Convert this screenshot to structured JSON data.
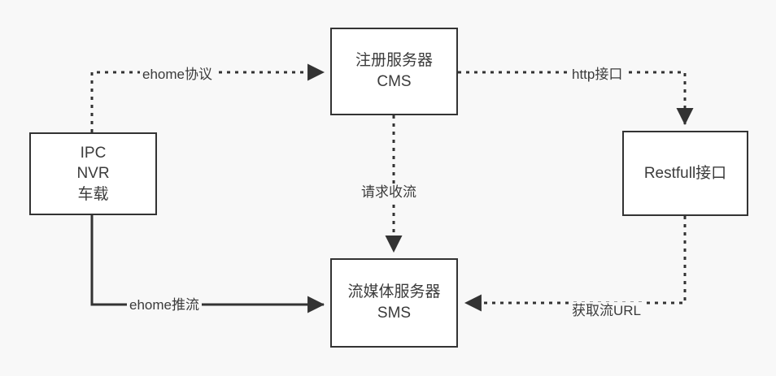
{
  "diagram": {
    "title": "EHome streaming architecture flow",
    "background_color": "#f8f8f8",
    "node_border_color": "#333333",
    "node_fill_color": "#ffffff",
    "text_color": "#3b3b3b",
    "nodes": [
      {
        "id": "cms",
        "line1": "注册服务器",
        "line2": "CMS"
      },
      {
        "id": "ipc",
        "line1": "IPC",
        "line2": "NVR",
        "line3": "车载"
      },
      {
        "id": "rest",
        "line1": "Restfull接口",
        "line2": ""
      },
      {
        "id": "sms",
        "line1": "流媒体服务器",
        "line2": "SMS"
      }
    ],
    "edges": [
      {
        "id": "ehome-proto",
        "label": "ehome协议",
        "from": "ipc",
        "to": "cms",
        "style": "dotted",
        "arrow": "to"
      },
      {
        "id": "http",
        "label": "http接口",
        "from": "cms",
        "to": "rest",
        "style": "dotted",
        "arrow": "to"
      },
      {
        "id": "req-stream",
        "label": "请求收流",
        "from": "cms",
        "to": "sms",
        "style": "dotted",
        "arrow": "to"
      },
      {
        "id": "ehome-push",
        "label": "ehome推流",
        "from": "ipc",
        "to": "sms",
        "style": "solid",
        "arrow": "to"
      },
      {
        "id": "get-url",
        "label": "获取流URL",
        "from": "rest",
        "to": "sms",
        "style": "dotted",
        "arrow": "to"
      }
    ]
  }
}
